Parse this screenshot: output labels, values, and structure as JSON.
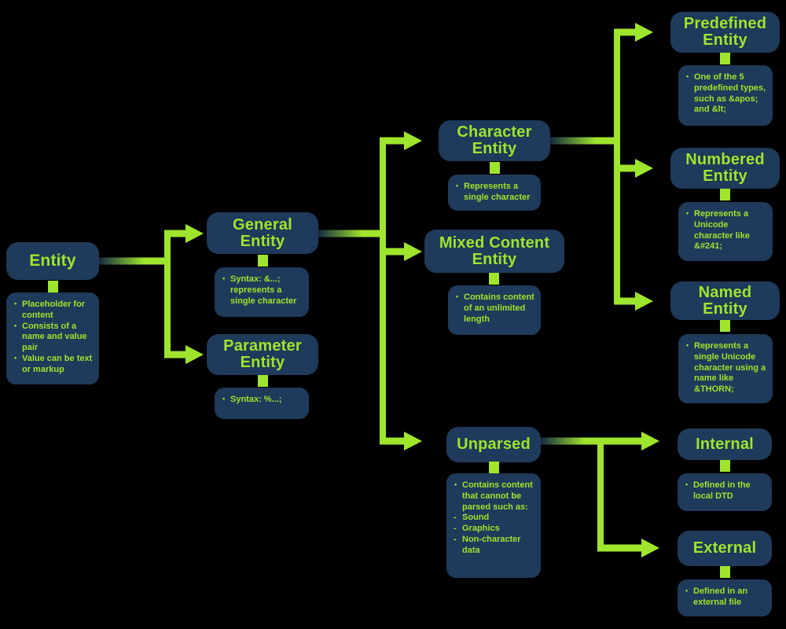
{
  "colors": {
    "background": "#000000",
    "box": "#1f3a5a",
    "accent_green": "#9fe42d"
  },
  "nodes": {
    "entity": {
      "title": "Entity",
      "bullets": [
        "Placeholder for content",
        "Consists of  a name and value pair",
        "Value can be text or markup"
      ]
    },
    "general": {
      "title": "General\nEntity",
      "bullets": [
        "Syntax: &...; represents a single character"
      ]
    },
    "parameter": {
      "title": "Parameter\nEntity",
      "bullets": [
        "Syntax: %...;"
      ]
    },
    "character": {
      "title": "Character\nEntity",
      "bullets": [
        "Represents a single character"
      ]
    },
    "mixed": {
      "title": "Mixed Content\nEntity",
      "bullets": [
        "Contains content of an unlimited length"
      ]
    },
    "unparsed": {
      "title": "Unparsed",
      "bullets": [
        "Contains content that cannot be parsed such as:"
      ],
      "dash_items": [
        "Sound",
        "Graphics",
        "Non-character data"
      ]
    },
    "predefined": {
      "title": "Predefined\nEntity",
      "bullets": [
        "One of the 5 predefined types, such as &apos; and &lt;"
      ]
    },
    "numbered": {
      "title": "Numbered\nEntity",
      "bullets": [
        "Represents a Unicode character like &#241;"
      ]
    },
    "named": {
      "title": "Named\nEntity",
      "bullets": [
        "Represents a single Unicode character using a name like &THORN;"
      ]
    },
    "internal": {
      "title": "Internal",
      "bullets": [
        "Defined in the local DTD"
      ]
    },
    "external": {
      "title": "External",
      "bullets": [
        "Defined in an external file"
      ]
    }
  }
}
